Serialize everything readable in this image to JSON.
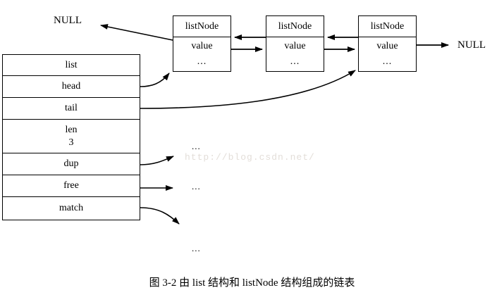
{
  "figure": {
    "caption": "图 3-2   由 list 结构和 listNode 结构组成的链表",
    "watermark": "http://blog.csdn.net/",
    "ink_color": "#000000",
    "background_color": "#ffffff"
  },
  "list_struct": {
    "title": "list",
    "fields": [
      {
        "name": "head",
        "value": ""
      },
      {
        "name": "tail",
        "value": ""
      },
      {
        "name": "len",
        "value": "3"
      },
      {
        "name": "dup",
        "value": ""
      },
      {
        "name": "free",
        "value": ""
      },
      {
        "name": "match",
        "value": ""
      }
    ]
  },
  "nodes": [
    {
      "title": "listNode",
      "value_label": "value",
      "ellipsis": "..."
    },
    {
      "title": "listNode",
      "value_label": "value",
      "ellipsis": "..."
    },
    {
      "title": "listNode",
      "value_label": "value",
      "ellipsis": "..."
    }
  ],
  "terminators": {
    "left_null": "NULL",
    "right_null": "NULL"
  },
  "callback_targets": [
    {
      "ellipsis": "..."
    },
    {
      "ellipsis": "..."
    },
    {
      "ellipsis": "..."
    }
  ],
  "edges": [
    {
      "from": "node1.prev",
      "to": "left_null",
      "style": "straight-arrow"
    },
    {
      "from": "list.head",
      "to": "node1",
      "style": "curved-arrow"
    },
    {
      "from": "list.tail",
      "to": "node3",
      "style": "curved-arrow"
    },
    {
      "from": "node2.prev",
      "to": "node1",
      "style": "straight-arrow"
    },
    {
      "from": "node1.next",
      "to": "node2",
      "style": "straight-arrow"
    },
    {
      "from": "node3.prev",
      "to": "node2",
      "style": "straight-arrow"
    },
    {
      "from": "node2.next",
      "to": "node3",
      "style": "straight-arrow"
    },
    {
      "from": "node3.next",
      "to": "right_null",
      "style": "straight-arrow"
    },
    {
      "from": "list.dup",
      "to": "target1",
      "style": "curved-arrow"
    },
    {
      "from": "list.free",
      "to": "target2",
      "style": "straight-arrow"
    },
    {
      "from": "list.match",
      "to": "target3",
      "style": "curved-arrow"
    }
  ]
}
